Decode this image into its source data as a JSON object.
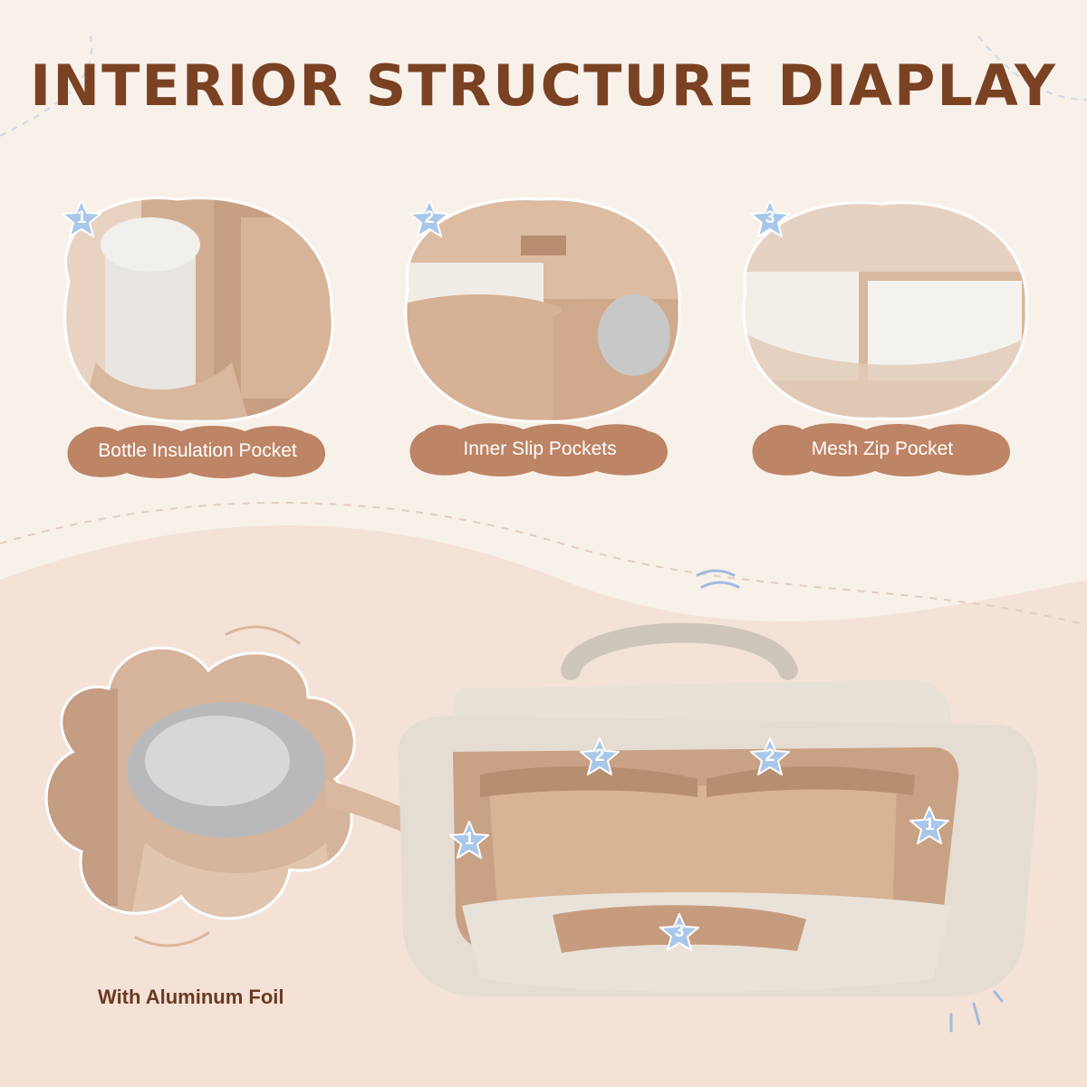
{
  "title": "INTERIOR STRUCTURE DIAPLAY",
  "colors": {
    "background": "#f8f1ea",
    "title": "#7a4222",
    "pill": "#bd8466",
    "star": "#a9c7ea",
    "lining": "#c9a184"
  },
  "features": [
    {
      "badge": "1",
      "label": "Bottle Insulation Pocket",
      "icon": "bottle-pocket-photo"
    },
    {
      "badge": "2",
      "label": "Inner Slip Pockets",
      "icon": "slip-pockets-photo"
    },
    {
      "badge": "3",
      "label": "Mesh Zip Pocket",
      "icon": "mesh-pocket-photo"
    }
  ],
  "bag_badges": [
    "2",
    "2",
    "1",
    "1",
    "3"
  ],
  "foil_caption": "With Aluminum Foil"
}
